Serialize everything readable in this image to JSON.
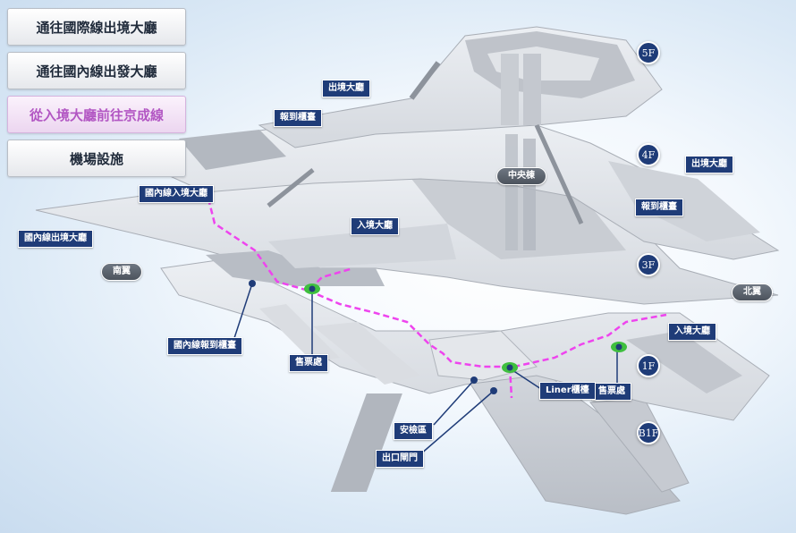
{
  "nav": {
    "intl_departure": "通往國際線出境大廳",
    "dom_departure": "通往國內線出發大廳",
    "arrival_to_keisei": "從入境大廳前往京成線",
    "facilities": "機場設施"
  },
  "floors": {
    "f5": "5F",
    "f4": "4F",
    "f3": "3F",
    "f1": "1F",
    "b1": "B1F"
  },
  "labels": {
    "departure_5f": "出境大廳",
    "checkin_5f": "報到櫃臺",
    "departure_4f": "出境大廳",
    "checkin_4f": "報到櫃臺",
    "dom_arrival": "國內線入境大廳",
    "dom_departure": "國內線出境大廳",
    "arrival_mid": "入境大廳",
    "arrival_right": "入境大廳",
    "dom_checkin": "國內線報到櫃臺",
    "ticket_left": "售票處",
    "ticket_right": "售票處",
    "liner_counter": "Liner櫃檯",
    "security": "安檢區",
    "exit_gate": "出口閘門"
  },
  "wings": {
    "center": "中央棟",
    "south": "南翼",
    "north": "北翼"
  },
  "colors": {
    "route": "#ee44ee",
    "label_bg": "#1f3c78",
    "marker": "#3fbf3f"
  }
}
